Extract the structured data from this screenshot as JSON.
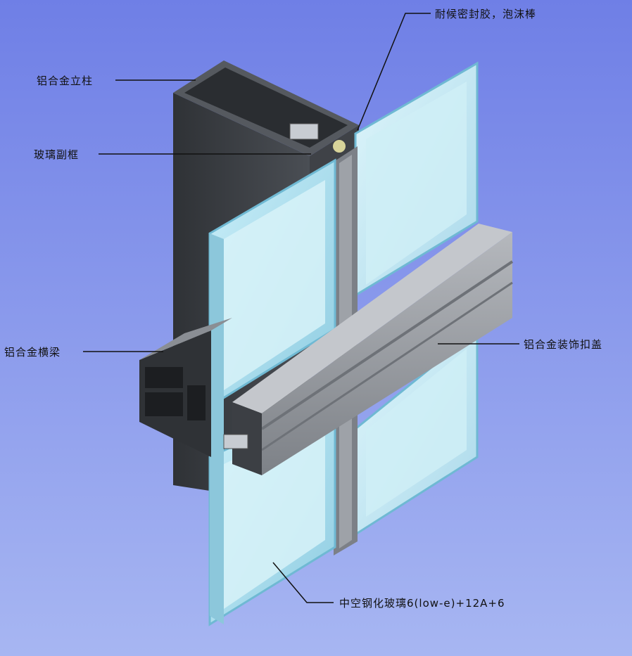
{
  "labels": {
    "mullion": "铝合金立柱",
    "sealant": "耐候密封胶，泡沫棒",
    "glass_support": "玻璃副框",
    "transom": "铝合金横梁",
    "cover_cap": "铝合金装饰扣盖",
    "glass_spec": "中空钢化玻璃6(low-e)+12A+6"
  },
  "colors": {
    "background_top": "#6f7fe6",
    "background_bottom": "#a7b6f2",
    "frame_dark": "#3a3d42",
    "frame_mid": "#5d6169",
    "frame_light": "#9a9ea4",
    "glass_light": "#cfeef6",
    "glass_mid": "#a9d8ea",
    "glass_edge": "#6fb9d3"
  }
}
